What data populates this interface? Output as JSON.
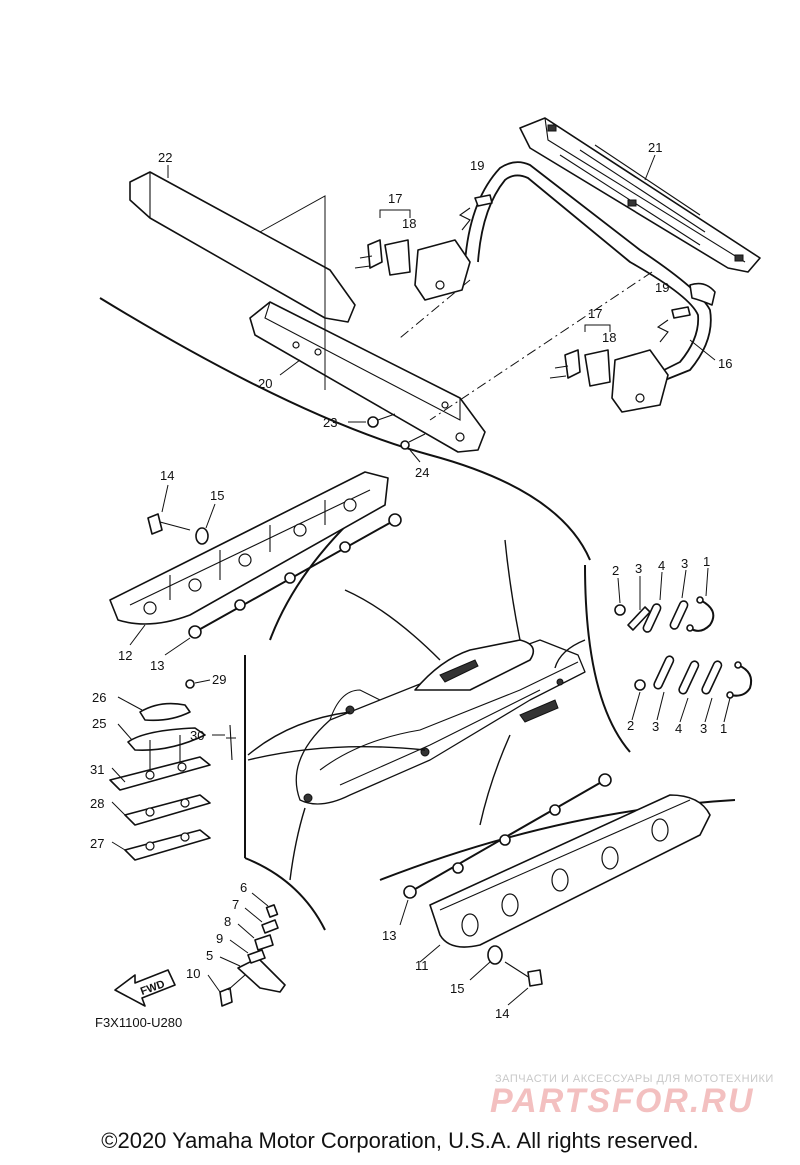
{
  "callouts": {
    "c1a": "1",
    "c1b": "1",
    "c2a": "2",
    "c2b": "2",
    "c3a": "3",
    "c3b": "3",
    "c3c": "3",
    "c3d": "3",
    "c4a": "4",
    "c4b": "4",
    "c5": "5",
    "c6": "6",
    "c7": "7",
    "c8": "8",
    "c9": "9",
    "c10": "10",
    "c11": "11",
    "c12": "12",
    "c13a": "13",
    "c13b": "13",
    "c14a": "14",
    "c14b": "14",
    "c15a": "15",
    "c15b": "15",
    "c16": "16",
    "c17a": "17",
    "c17b": "17",
    "c18a": "18",
    "c18b": "18",
    "c19a": "19",
    "c19b": "19",
    "c20": "20",
    "c21": "21",
    "c22": "22",
    "c23": "23",
    "c24": "24",
    "c25": "25",
    "c26": "26",
    "c27": "27",
    "c28": "28",
    "c29": "29",
    "c30": "30",
    "c31": "31"
  },
  "fwd_label": "FWD",
  "figure_code": "F3X1100-U280",
  "watermark": {
    "tagline": "ЗАПЧАСТИ И АКСЕССУАРЫ ДЛЯ МОТОТЕХНИКИ",
    "brand": "PARTSFOR.RU"
  },
  "copyright": "©2020 Yamaha Motor Corporation, U.S.A. All rights reserved."
}
